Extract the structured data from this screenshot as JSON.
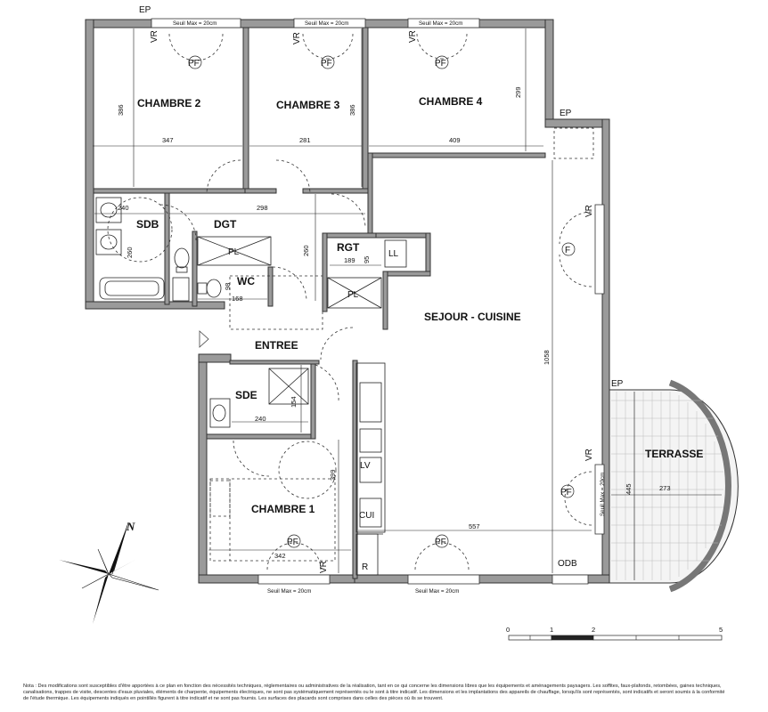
{
  "rooms": {
    "chambre2": "CHAMBRE 2",
    "chambre3": "CHAMBRE 3",
    "chambre4": "CHAMBRE 4",
    "sdb": "SDB",
    "dgt": "DGT",
    "rgt": "RGT",
    "wc": "WC",
    "sejour": "SEJOUR - CUISINE",
    "entree": "ENTREE",
    "sde": "SDE",
    "chambre1": "CHAMBRE 1",
    "terrasse": "TERRASSE"
  },
  "dims": {
    "c2_h": "386",
    "c2_w": "347",
    "c3_h": "386",
    "c3_w": "281",
    "c4_h": "299",
    "c4_w": "409",
    "sdb_w": "240",
    "sdb_h": "260",
    "dgt_w": "298",
    "dgt_h": "260",
    "rgt_w": "189",
    "rgt_h": "95",
    "wc_w": "168",
    "wc_h": "98",
    "sde_w": "240",
    "sde_h": "154",
    "c1_h": "399",
    "c1_w": "342",
    "sej_h": "1058",
    "sej_w": "557",
    "ter_h": "445",
    "ter_w": "273"
  },
  "tags": {
    "ep1": "EP",
    "ep2": "EP",
    "ep3": "EP",
    "vr1": "VR",
    "vr2": "VR",
    "vr3": "VR",
    "vr4": "VR",
    "vr5": "VR",
    "vr6": "VR",
    "pf1": "PF",
    "pf2": "PF",
    "pf3": "PF",
    "pf4": "PF",
    "pf5": "PF",
    "pf6": "PF",
    "f": "F",
    "pl1": "PL",
    "pl2": "PL",
    "ll": "LL",
    "lv": "LV",
    "cui": "CUI",
    "r": "R",
    "odb": "ODB"
  },
  "seuil": {
    "s1": "Seuil Max = 20cm",
    "s2": "Seuil Max = 20cm",
    "s3": "Seuil Max = 20cm",
    "s4": "Seuil Max = 20cm",
    "s5": "Seuil Max = 20cm",
    "s6": "Seuil Max = 20cm"
  },
  "compass": {
    "north": "N"
  },
  "scale": {
    "t0": "0",
    "t1": "1",
    "t2": "2",
    "t5": "5"
  },
  "note": "Nota : Des modifications sont susceptibles d'être apportées à ce plan en fonction des nécessités techniques, réglementaires ou administratives de la réalisation, tant en ce qui concerne les dimensions libres que les équipements et aménagements paysagers. Les soffites, faux-plafonds, retombées, gaines techniques, canalisations, trappes de visite, descentes d'eaux pluviales, éléments de charpente, équipements électriques, ne sont pas systématiquement représentés ou le sont à titre indicatif. Les dimensions et les implantations des appareils de chauffage, lorsqu'ils sont représentés, sont indicatifs et seront soumis à la conformité de l'étude thermique. Les équipements indiqués en pointillés figurent à titre indicatif et ne sont pas fournis. Les surfaces des placards sont comprises dans celles des pièces où ils se trouvent."
}
